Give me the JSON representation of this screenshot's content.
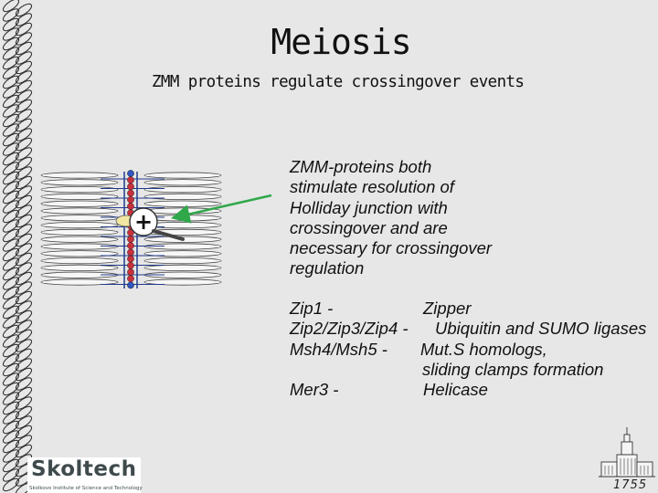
{
  "slide": {
    "title": "Meiosis",
    "subtitle": "ZMM proteins regulate crossingover events"
  },
  "diagram": {
    "plus_symbol": "+"
  },
  "description": {
    "lines": [
      "ZMM-proteins both",
      "stimulate resolution of",
      "Holliday junction with",
      "crossingover and are",
      "necessary for crossingover",
      "regulation"
    ]
  },
  "proteins": [
    {
      "name": "Zip1 -",
      "function": "Zipper"
    },
    {
      "name": "Zip2/Zip3/Zip4 -",
      "function": "Ubiquitin and SUMO ligases"
    },
    {
      "name": "Msh4/Msh5 -",
      "function": "Mut.S homologs,"
    },
    {
      "name": "",
      "function": "sliding clamps formation"
    },
    {
      "name": "Mer3 -",
      "function": "Helicase"
    }
  ],
  "branding": {
    "logo_text": "Skoltech",
    "logo_tagline": "Skolkovo Institute of Science and Technology",
    "year": "1755"
  },
  "colors": {
    "background": "#e7e7e7",
    "arrow": "#2fa84a",
    "bead_red": "#c8303c",
    "bead_blue": "#2f55c0",
    "axis_line": "#1f3a8c",
    "logo_text": "#3f4a4c"
  },
  "icons": [
    "dna-chain-border",
    "chromosome-diagram",
    "university-building-icon"
  ]
}
